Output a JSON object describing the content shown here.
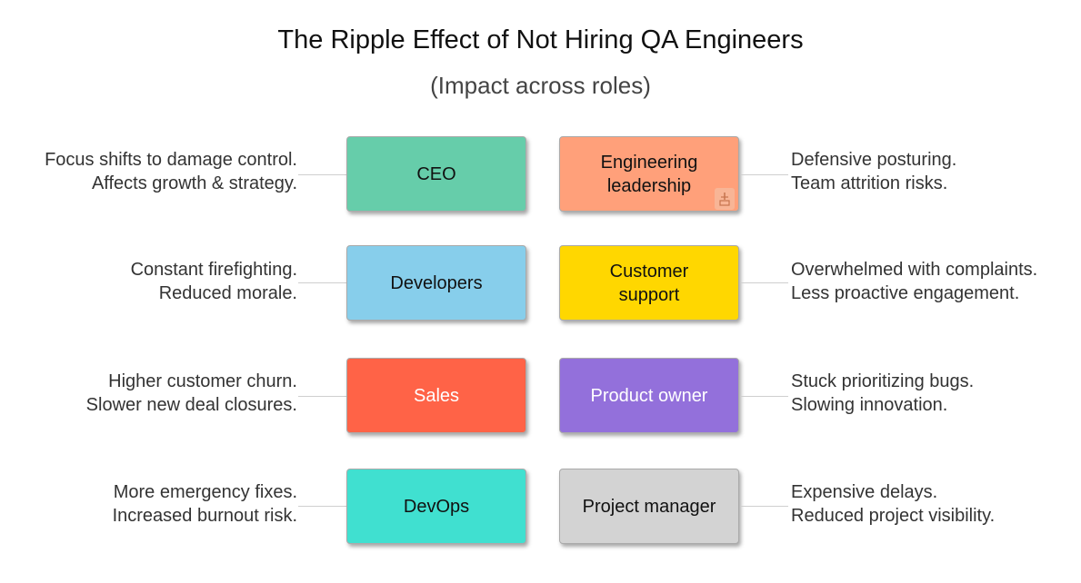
{
  "title": "The Ripple Effect of Not Hiring QA Engineers",
  "subtitle": "(Impact across roles)",
  "rows": [
    {
      "left": {
        "role": "CEO",
        "color": "#66cdaa",
        "text_color": "#111111",
        "lines": [
          "Focus shifts to damage control.",
          "Affects growth & strategy."
        ]
      },
      "right": {
        "role": "Engineering\nleadership",
        "color": "#ffa07a",
        "text_color": "#111111",
        "lines": [
          "Defensive posturing.",
          "Team attrition risks."
        ]
      }
    },
    {
      "left": {
        "role": "Developers",
        "color": "#87ceeb",
        "text_color": "#111111",
        "lines": [
          "Constant firefighting.",
          "Reduced morale."
        ]
      },
      "right": {
        "role": "Customer\nsupport",
        "color": "#ffd700",
        "text_color": "#111111",
        "lines": [
          "Overwhelmed with complaints.",
          "Less proactive engagement."
        ]
      }
    },
    {
      "left": {
        "role": "Sales",
        "color": "#ff6347",
        "text_color": "#ffffff",
        "lines": [
          "Higher customer churn.",
          "Slower new deal closures."
        ]
      },
      "right": {
        "role": "Product owner",
        "color": "#9370db",
        "text_color": "#ffffff",
        "lines": [
          "Stuck prioritizing bugs.",
          "Slowing innovation."
        ]
      }
    },
    {
      "left": {
        "role": "DevOps",
        "color": "#40e0d0",
        "text_color": "#111111",
        "lines": [
          "More emergency fixes.",
          "Increased burnout risk."
        ]
      },
      "right": {
        "role": "Project manager",
        "color": "#d3d3d3",
        "text_color": "#111111",
        "lines": [
          "Expensive delays.",
          "Reduced project visibility."
        ]
      }
    }
  ],
  "attachment_icon": "attachment-icon"
}
